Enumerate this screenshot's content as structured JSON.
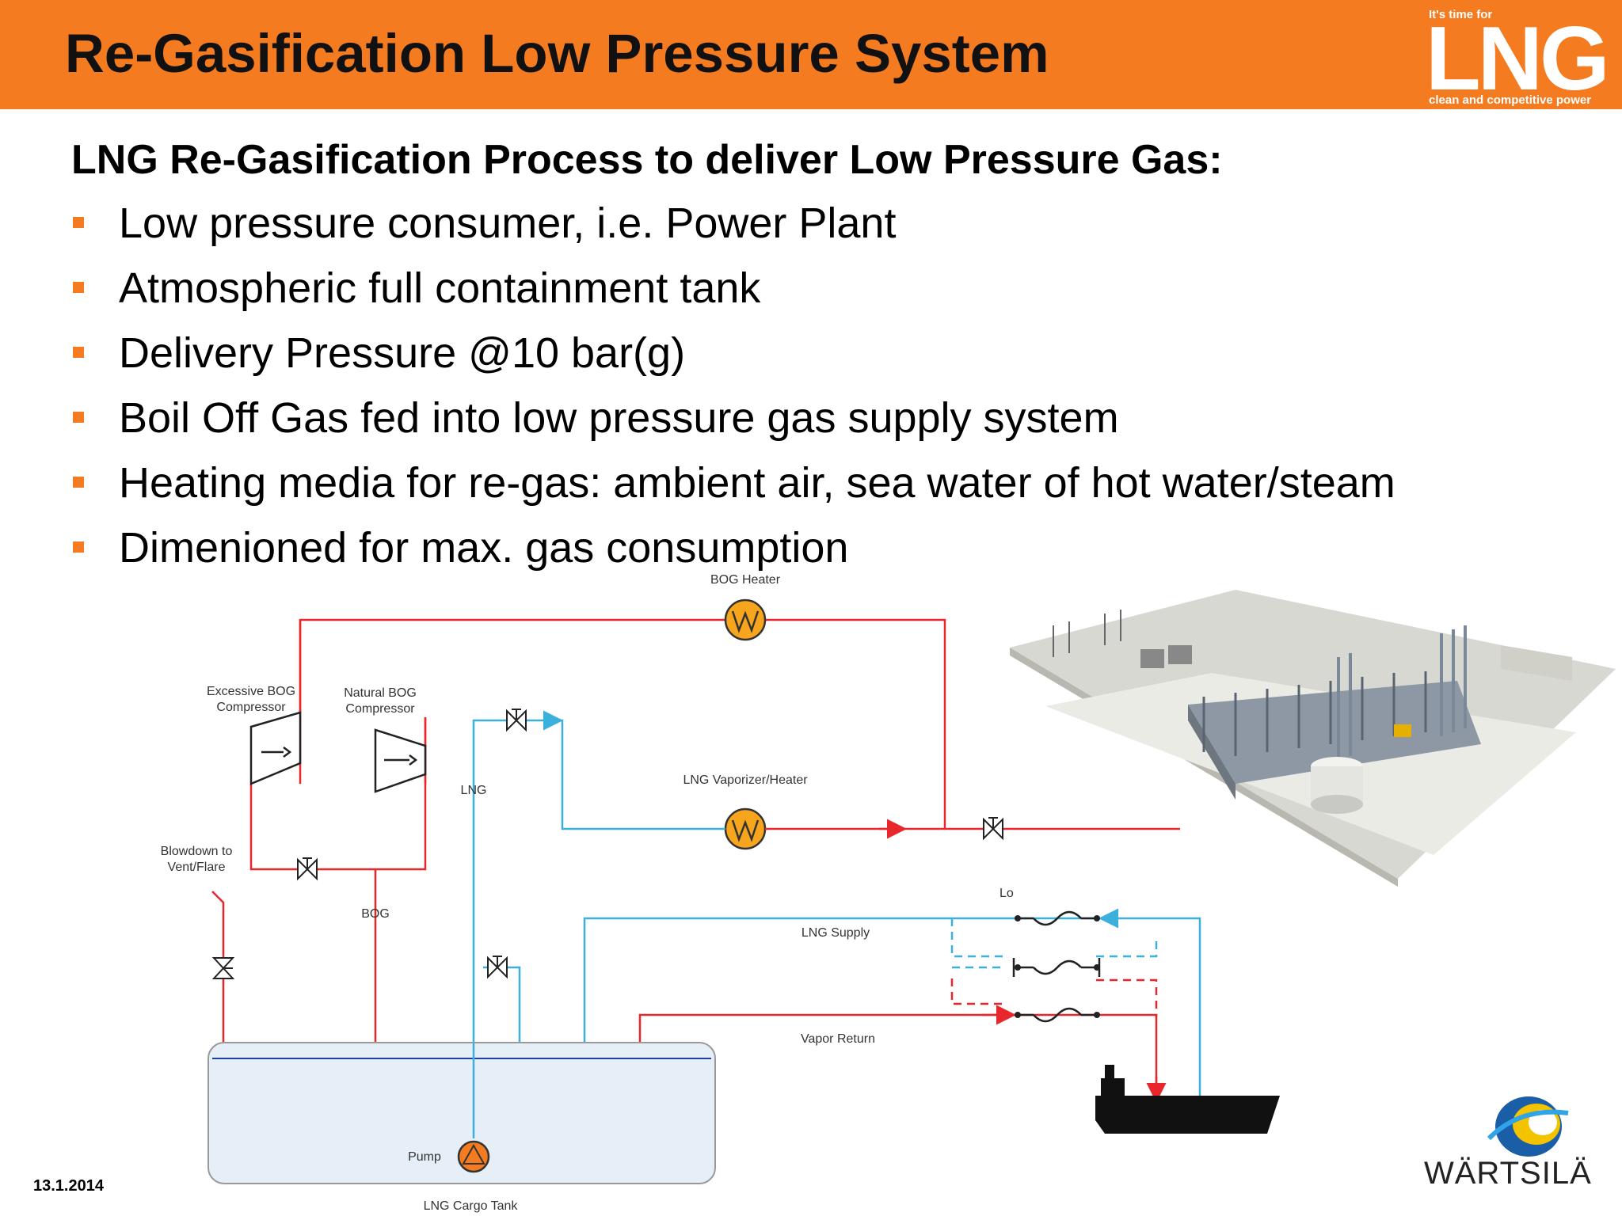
{
  "header": {
    "title": "Re-Gasification Low Pressure System",
    "logo": {
      "tagline_top": "It's time for",
      "mark": "LNG",
      "tagline_bottom": "clean and competitive power"
    }
  },
  "content": {
    "subtitle": "LNG Re-Gasification Process to deliver Low Pressure Gas:",
    "bullets": [
      "Low pressure consumer, i.e. Power Plant",
      "Atmospheric full containment tank",
      "Delivery Pressure @10 bar(g)",
      "Boil Off Gas fed into low pressure gas supply system",
      "Heating media for re-gas: ambient air, sea water of hot water/steam",
      "Dimenioned for max. gas consumption"
    ]
  },
  "diagram": {
    "labels": {
      "bog_heater": "BOG Heater",
      "excessive_bog_1": "Excessive BOG",
      "excessive_bog_2": "Compressor",
      "natural_bog_1": "Natural BOG",
      "natural_bog_2": "Compressor",
      "lng": "LNG",
      "lng_vaporizer": "LNG Vaporizer/Heater",
      "blowdown_1": "Blowdown to",
      "blowdown_2": "Vent/Flare",
      "bog": "BOG",
      "lo": "Lo",
      "lng_supply": "LNG Supply",
      "vapor_return": "Vapor Return",
      "pump": "Pump",
      "tank": "LNG Cargo Tank"
    },
    "colors": {
      "gas_line": "#e8262c",
      "lng_line": "#3bb0dc",
      "heater": "#f7a51d",
      "tank_fill": "#e6eff8",
      "tank_level": "#1f3fa8"
    }
  },
  "footer": {
    "date": "13.1.2014",
    "brand": "WÄRTSILÄ"
  }
}
